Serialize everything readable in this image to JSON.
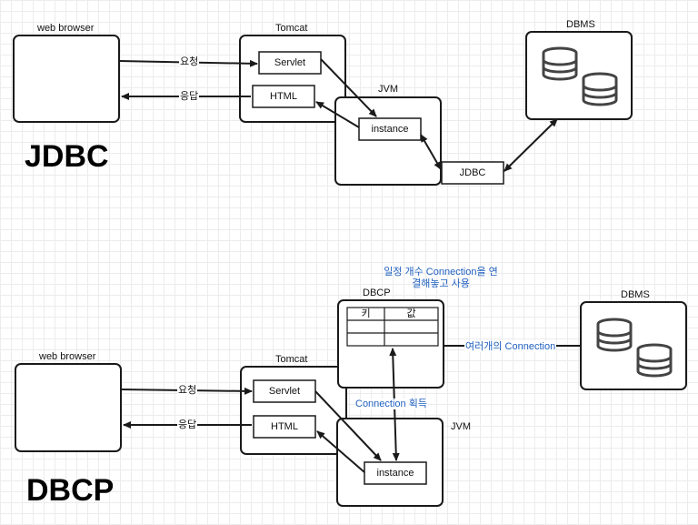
{
  "jdbc": {
    "web_browser": "web browser",
    "tomcat": "Tomcat",
    "servlet": "Servlet",
    "html": "HTML",
    "jvm": "JVM",
    "instance": "instance",
    "jdbc_box": "JDBC",
    "dbms": "DBMS",
    "request": "요청",
    "response": "응답",
    "title": "JDBC"
  },
  "dbcp": {
    "web_browser": "web browser",
    "tomcat": "Tomcat",
    "servlet": "Servlet",
    "html": "HTML",
    "jvm": "JVM",
    "instance": "instance",
    "dbcp": "DBCP",
    "dbms": "DBMS",
    "request": "요청",
    "response": "응답",
    "table_key": "키",
    "table_value": "값",
    "note_line1": "일정 개수 Connection을 연",
    "note_line2": "결해놓고 사용",
    "multi_connection": "여러개의 Connection",
    "acquire": "Connection 획득",
    "title": "DBCP"
  },
  "colors": {
    "stroke": "#1a1a1a",
    "note_blue": "#1f5fbf",
    "grid": "#ececec"
  }
}
